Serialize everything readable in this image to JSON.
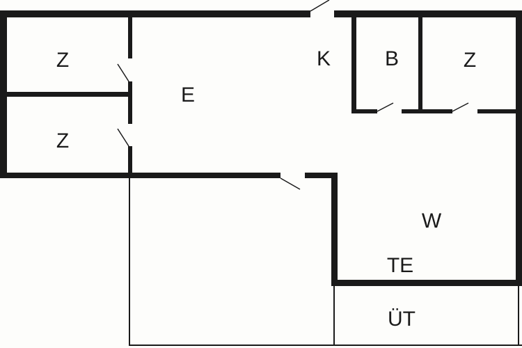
{
  "rooms": {
    "z1": "Z",
    "z2": "Z",
    "e": "E",
    "k": "K",
    "b": "B",
    "z3": "Z",
    "w": "W",
    "te": "TE",
    "ut": "ÜT"
  },
  "colors": {
    "wall": "#1a1a1a",
    "background": "#fdfdfb"
  }
}
